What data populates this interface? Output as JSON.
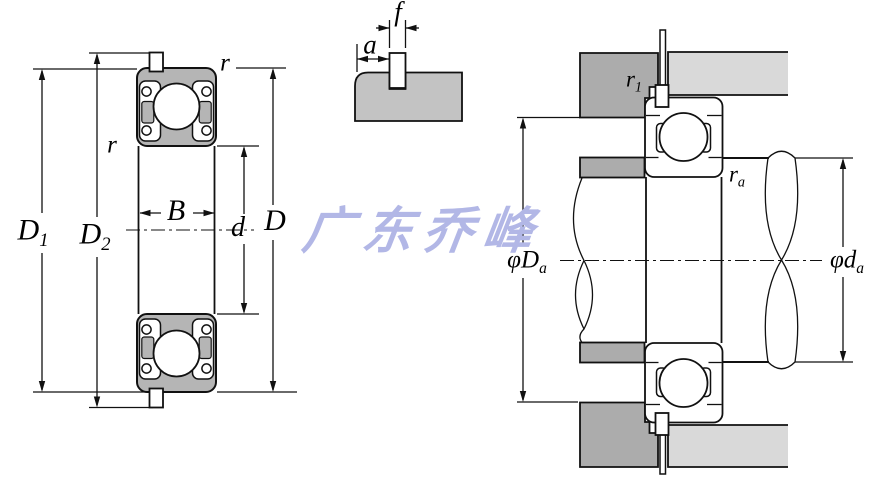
{
  "title": "ball bearing with locating snap ring - dimension drawing",
  "watermark": {
    "text": "广东乔峰"
  },
  "colors": {
    "bearing_gray": "#b5b5b5",
    "housing_gray": "#acacac",
    "support_gray": "#d9d9d9",
    "detail_gray": "#c3c3c3",
    "line": "#111111",
    "watermark": "#b2b7e6"
  },
  "views": {
    "front_section": "bearing front cross-section with snap ring",
    "snap_ring_detail": "snap ring groove detail",
    "mounting": "bearing mounted in housing with shaft"
  },
  "labels": {
    "D1": {
      "base": "D",
      "sub": "1"
    },
    "D2": {
      "base": "D",
      "sub": "2"
    },
    "B": {
      "base": "B"
    },
    "d": {
      "base": "d"
    },
    "D": {
      "base": "D"
    },
    "r_outer": {
      "base": "r"
    },
    "r_inner": {
      "base": "r"
    },
    "f": {
      "base": "f"
    },
    "a": {
      "base": "a"
    },
    "r1": {
      "base": "r",
      "sub": "1"
    },
    "ra": {
      "base": "r",
      "sub": "a"
    },
    "phi_Da": {
      "prefix": "φ",
      "base": "D",
      "sub": "a"
    },
    "phi_da": {
      "prefix": "φ",
      "base": "d",
      "sub": "a"
    }
  }
}
